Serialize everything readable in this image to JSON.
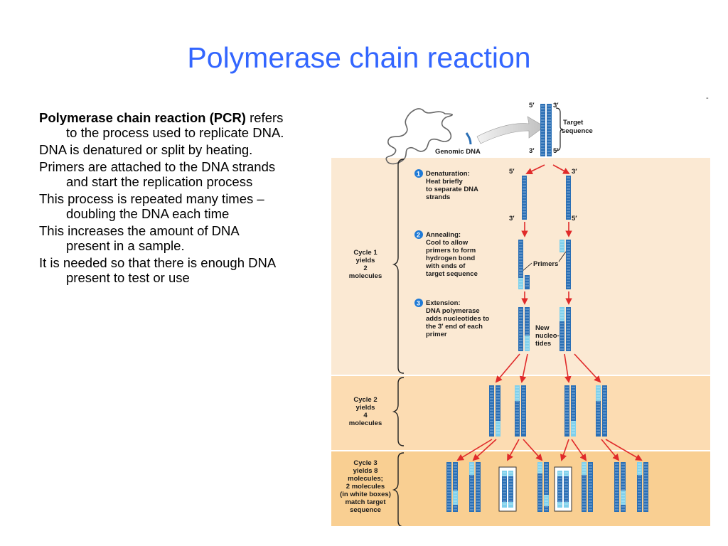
{
  "slide": {
    "title": "Polymerase chain reaction",
    "corner_mark": "-"
  },
  "bullets": {
    "b1_bold": "Polymerase chain reaction (PCR)",
    "b1_rest": " refers to the process used to replicate DNA.",
    "b2": "DNA is denatured or split by heating.",
    "b3": "Primers are attached to the DNA strands and start the replication process",
    "b4": "This process is repeated many times – doubling the DNA each time",
    "b5": "This increases the amount of DNA present in a sample.",
    "b6": "It is needed so that there is enough DNA present to test or use"
  },
  "figure": {
    "genomic_dna": "Genomic DNA",
    "target_sequence": [
      "Target",
      "sequence"
    ],
    "end_5": "5′",
    "end_3": "3′",
    "step1": {
      "num": "1",
      "lines": [
        "Denaturation:",
        "Heat briefly",
        "to separate DNA",
        "strands"
      ]
    },
    "step2": {
      "num": "2",
      "lines": [
        "Annealing:",
        "Cool to allow",
        "primers to form",
        "hydrogen bond",
        "with ends of",
        "target sequence"
      ]
    },
    "step3": {
      "num": "3",
      "lines": [
        "Extension:",
        "DNA polymerase",
        "adds nucleotides to",
        "the 3′ end of each",
        "primer"
      ]
    },
    "primers": "Primers",
    "new_nucleotides": [
      "New",
      "nucleo-",
      "tides"
    ],
    "cycle1": [
      "Cycle 1",
      "yields",
      "2",
      "molecules"
    ],
    "cycle2": [
      "Cycle 2",
      "yields",
      "4",
      "molecules"
    ],
    "cycle3": [
      "Cycle 3",
      "yields 8",
      "molecules;",
      "2 molecules",
      "(in white boxes)",
      "match target",
      "sequence"
    ],
    "colors": {
      "panel_light": "#fbe9d3",
      "panel_mid": "#fcdcb2",
      "panel_dark": "#f9cf92",
      "strand_blue": "#2a6fb5",
      "primer_cyan": "#7fd0ec",
      "arrow_red": "#e02a2a",
      "step_circle": "#1f7ad6"
    }
  }
}
